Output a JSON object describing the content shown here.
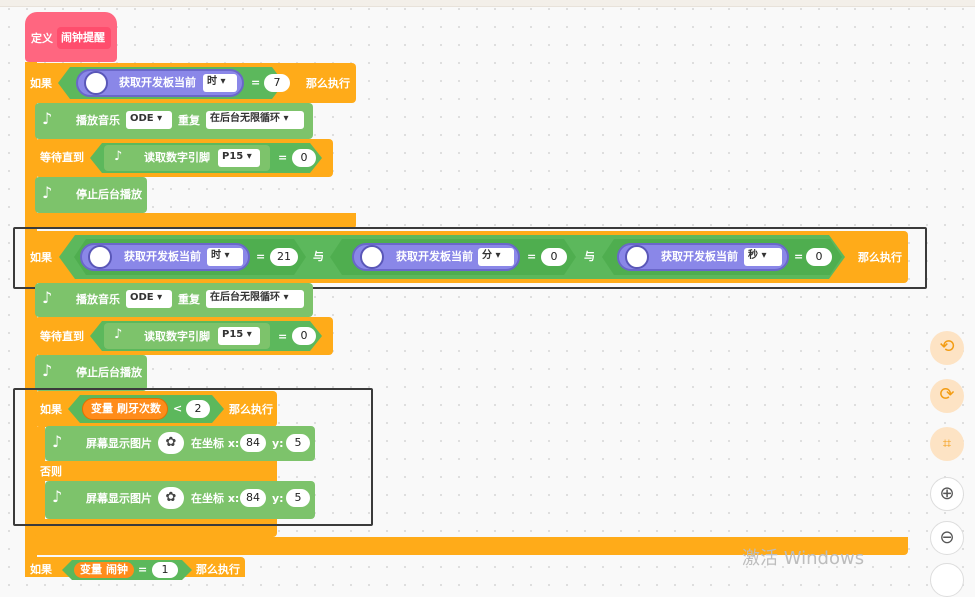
{
  "define_block": {
    "keyword": "定义",
    "name": "闹钟提醒"
  },
  "if1": {
    "label": "如果",
    "sensor": "获取开发板当前",
    "unit": "时",
    "op": "=",
    "value": "7",
    "then": "那么执行"
  },
  "play": {
    "label": "播放音乐",
    "song": "ODE",
    "repeat_label": "重复",
    "mode": "在后台无限循环"
  },
  "wait": {
    "label": "等待直到",
    "read": "读取数字引脚",
    "pin": "P15",
    "op": "=",
    "value": "0"
  },
  "stop": {
    "label": "停止后台播放"
  },
  "if2": {
    "label": "如果",
    "and1": "与",
    "and2": "与",
    "then": "那么执行",
    "c1": {
      "sensor": "获取开发板当前",
      "unit": "时",
      "op": "=",
      "value": "21"
    },
    "c2": {
      "sensor": "获取开发板当前",
      "unit": "分",
      "op": "=",
      "value": "0"
    },
    "c3": {
      "sensor": "获取开发板当前",
      "unit": "秒",
      "op": "=",
      "value": "0"
    }
  },
  "play2": {
    "label": "播放音乐",
    "song": "ODE",
    "repeat_label": "重复",
    "mode": "在后台无限循环"
  },
  "wait2": {
    "label": "等待直到",
    "read": "读取数字引脚",
    "pin": "P15",
    "op": "=",
    "value": "0"
  },
  "stop2": {
    "label": "停止后台播放"
  },
  "if3": {
    "label": "如果",
    "var_label": "变量",
    "var_name": "刷牙次数",
    "op": "<",
    "value": "2",
    "then": "那么执行",
    "else": "否则"
  },
  "show1": {
    "label": "屏幕显示图片",
    "at": "在坐标 x:",
    "x": "84",
    "y_label": "y:",
    "y": "5"
  },
  "show2": {
    "label": "屏幕显示图片",
    "at": "在坐标 x:",
    "x": "84",
    "y_label": "y:",
    "y": "5"
  },
  "if4": {
    "label": "如果",
    "var_label": "变量",
    "var_name": "闹钟",
    "op": "=",
    "value": "1",
    "then": "那么执行"
  },
  "tools": [
    "undo-icon",
    "redo-icon",
    "crop-icon",
    "zoom-in-icon",
    "zoom-out-icon"
  ],
  "watermark": "激活 Windows",
  "colors": {
    "control": "#ffab19",
    "hardware": "#5cb85c",
    "define": "#ff6680",
    "sensor": "#8a87e8",
    "frame": "#3b3b3b"
  }
}
